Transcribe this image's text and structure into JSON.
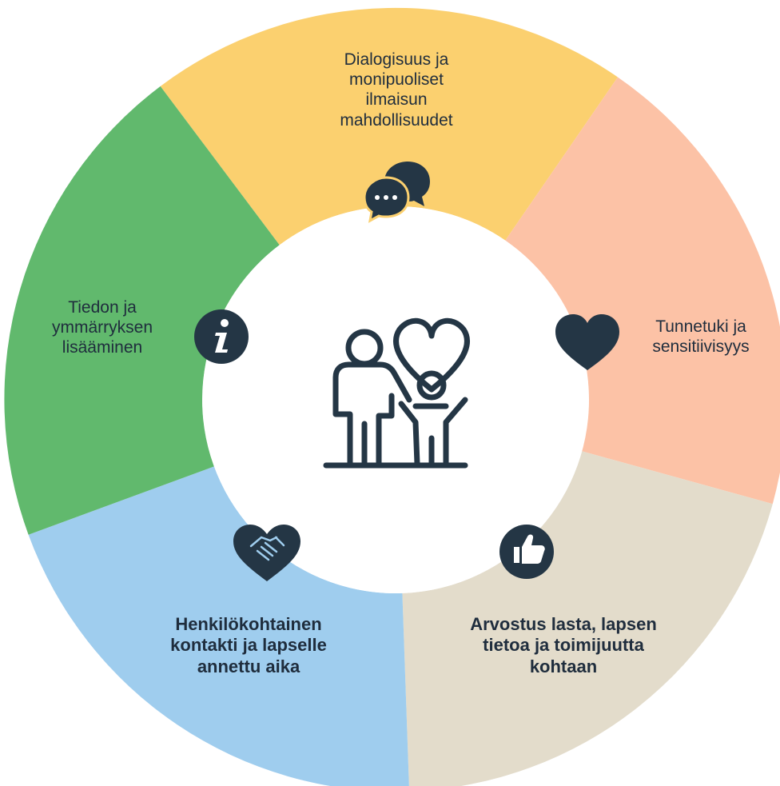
{
  "colors": {
    "dialogue": "#fbd06f",
    "emotion": "#fcc2a6",
    "appreciation": "#e3dccb",
    "contact": "#9fcdee",
    "information": "#61b96d",
    "center": "#ffffff",
    "ink": "#243645"
  },
  "center": {
    "icon": "parent-child-heart-icon"
  },
  "segments": [
    {
      "id": "dialogue",
      "icon": "chat-bubbles-icon",
      "weight": "regular",
      "lines": [
        "Dialogisuus ja",
        "monipuoliset",
        "ilmaisun",
        "mahdollisuudet"
      ]
    },
    {
      "id": "emotion",
      "icon": "heart-icon",
      "weight": "regular",
      "lines": [
        "Tunnetuki ja",
        "sensitiivisyys"
      ]
    },
    {
      "id": "appreciation",
      "icon": "thumbs-up-icon",
      "weight": "bold",
      "lines": [
        "Arvostus lasta, lapsen",
        "tietoa ja toimijuutta",
        "kohtaan"
      ]
    },
    {
      "id": "contact",
      "icon": "handshake-heart-icon",
      "weight": "bold",
      "lines": [
        "Henkilökohtainen",
        "kontakti ja lapselle",
        "annettu aika"
      ]
    },
    {
      "id": "information",
      "icon": "info-icon",
      "weight": "regular",
      "lines": [
        "Tiedon ja",
        "ymmärryksen",
        "lisääminen"
      ]
    }
  ]
}
